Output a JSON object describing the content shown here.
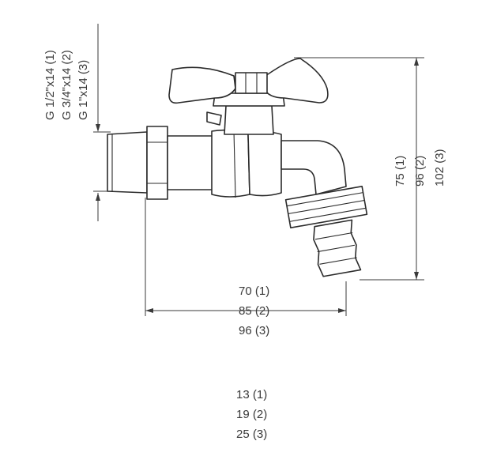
{
  "thread_labels": [
    "G 1/2\"x14 (1)",
    "G 3/4\"x14 (2)",
    "G 1\"x14 (3)"
  ],
  "height_labels": [
    "75 (1)",
    "96 (2)",
    "102 (3)"
  ],
  "length_labels": [
    "70 (1)",
    "85 (2)",
    "96 (3)"
  ],
  "hose_labels": [
    "13 (1)",
    "19 (2)",
    "25 (3)"
  ],
  "colors": {
    "line": "#2b2b2b",
    "text": "#3a3a3a",
    "background": "#ffffff"
  }
}
